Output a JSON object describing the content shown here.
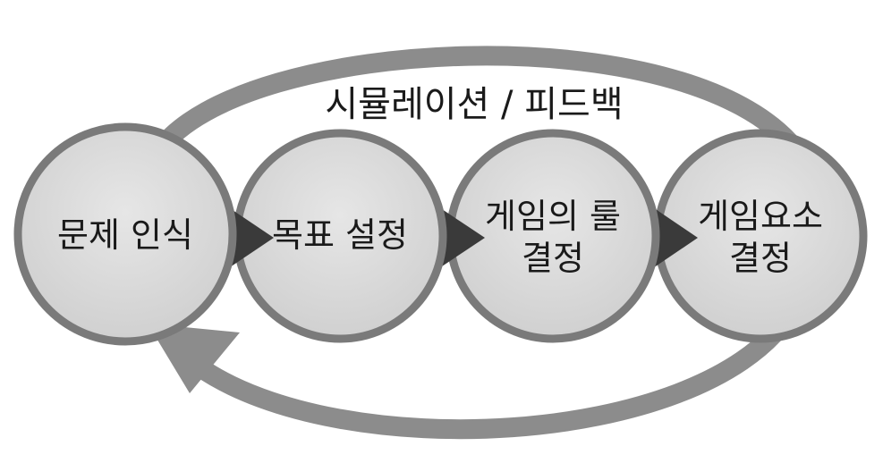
{
  "diagram": {
    "loop_label": "시뮬레이션 / 피드백",
    "stages": [
      {
        "lines": [
          "문제 인식"
        ]
      },
      {
        "lines": [
          "목표 설정"
        ]
      },
      {
        "lines": [
          "게임의 룰",
          "결정"
        ]
      },
      {
        "lines": [
          "게임요소",
          "결정"
        ]
      }
    ],
    "colors": {
      "loop_arrow": "#8c8c8c",
      "circle_fill": "#d9d9d9",
      "circle_stroke": "#7a7a7a",
      "connector_arrow": "#3a3a3a",
      "text": "#1a1a1a"
    }
  }
}
